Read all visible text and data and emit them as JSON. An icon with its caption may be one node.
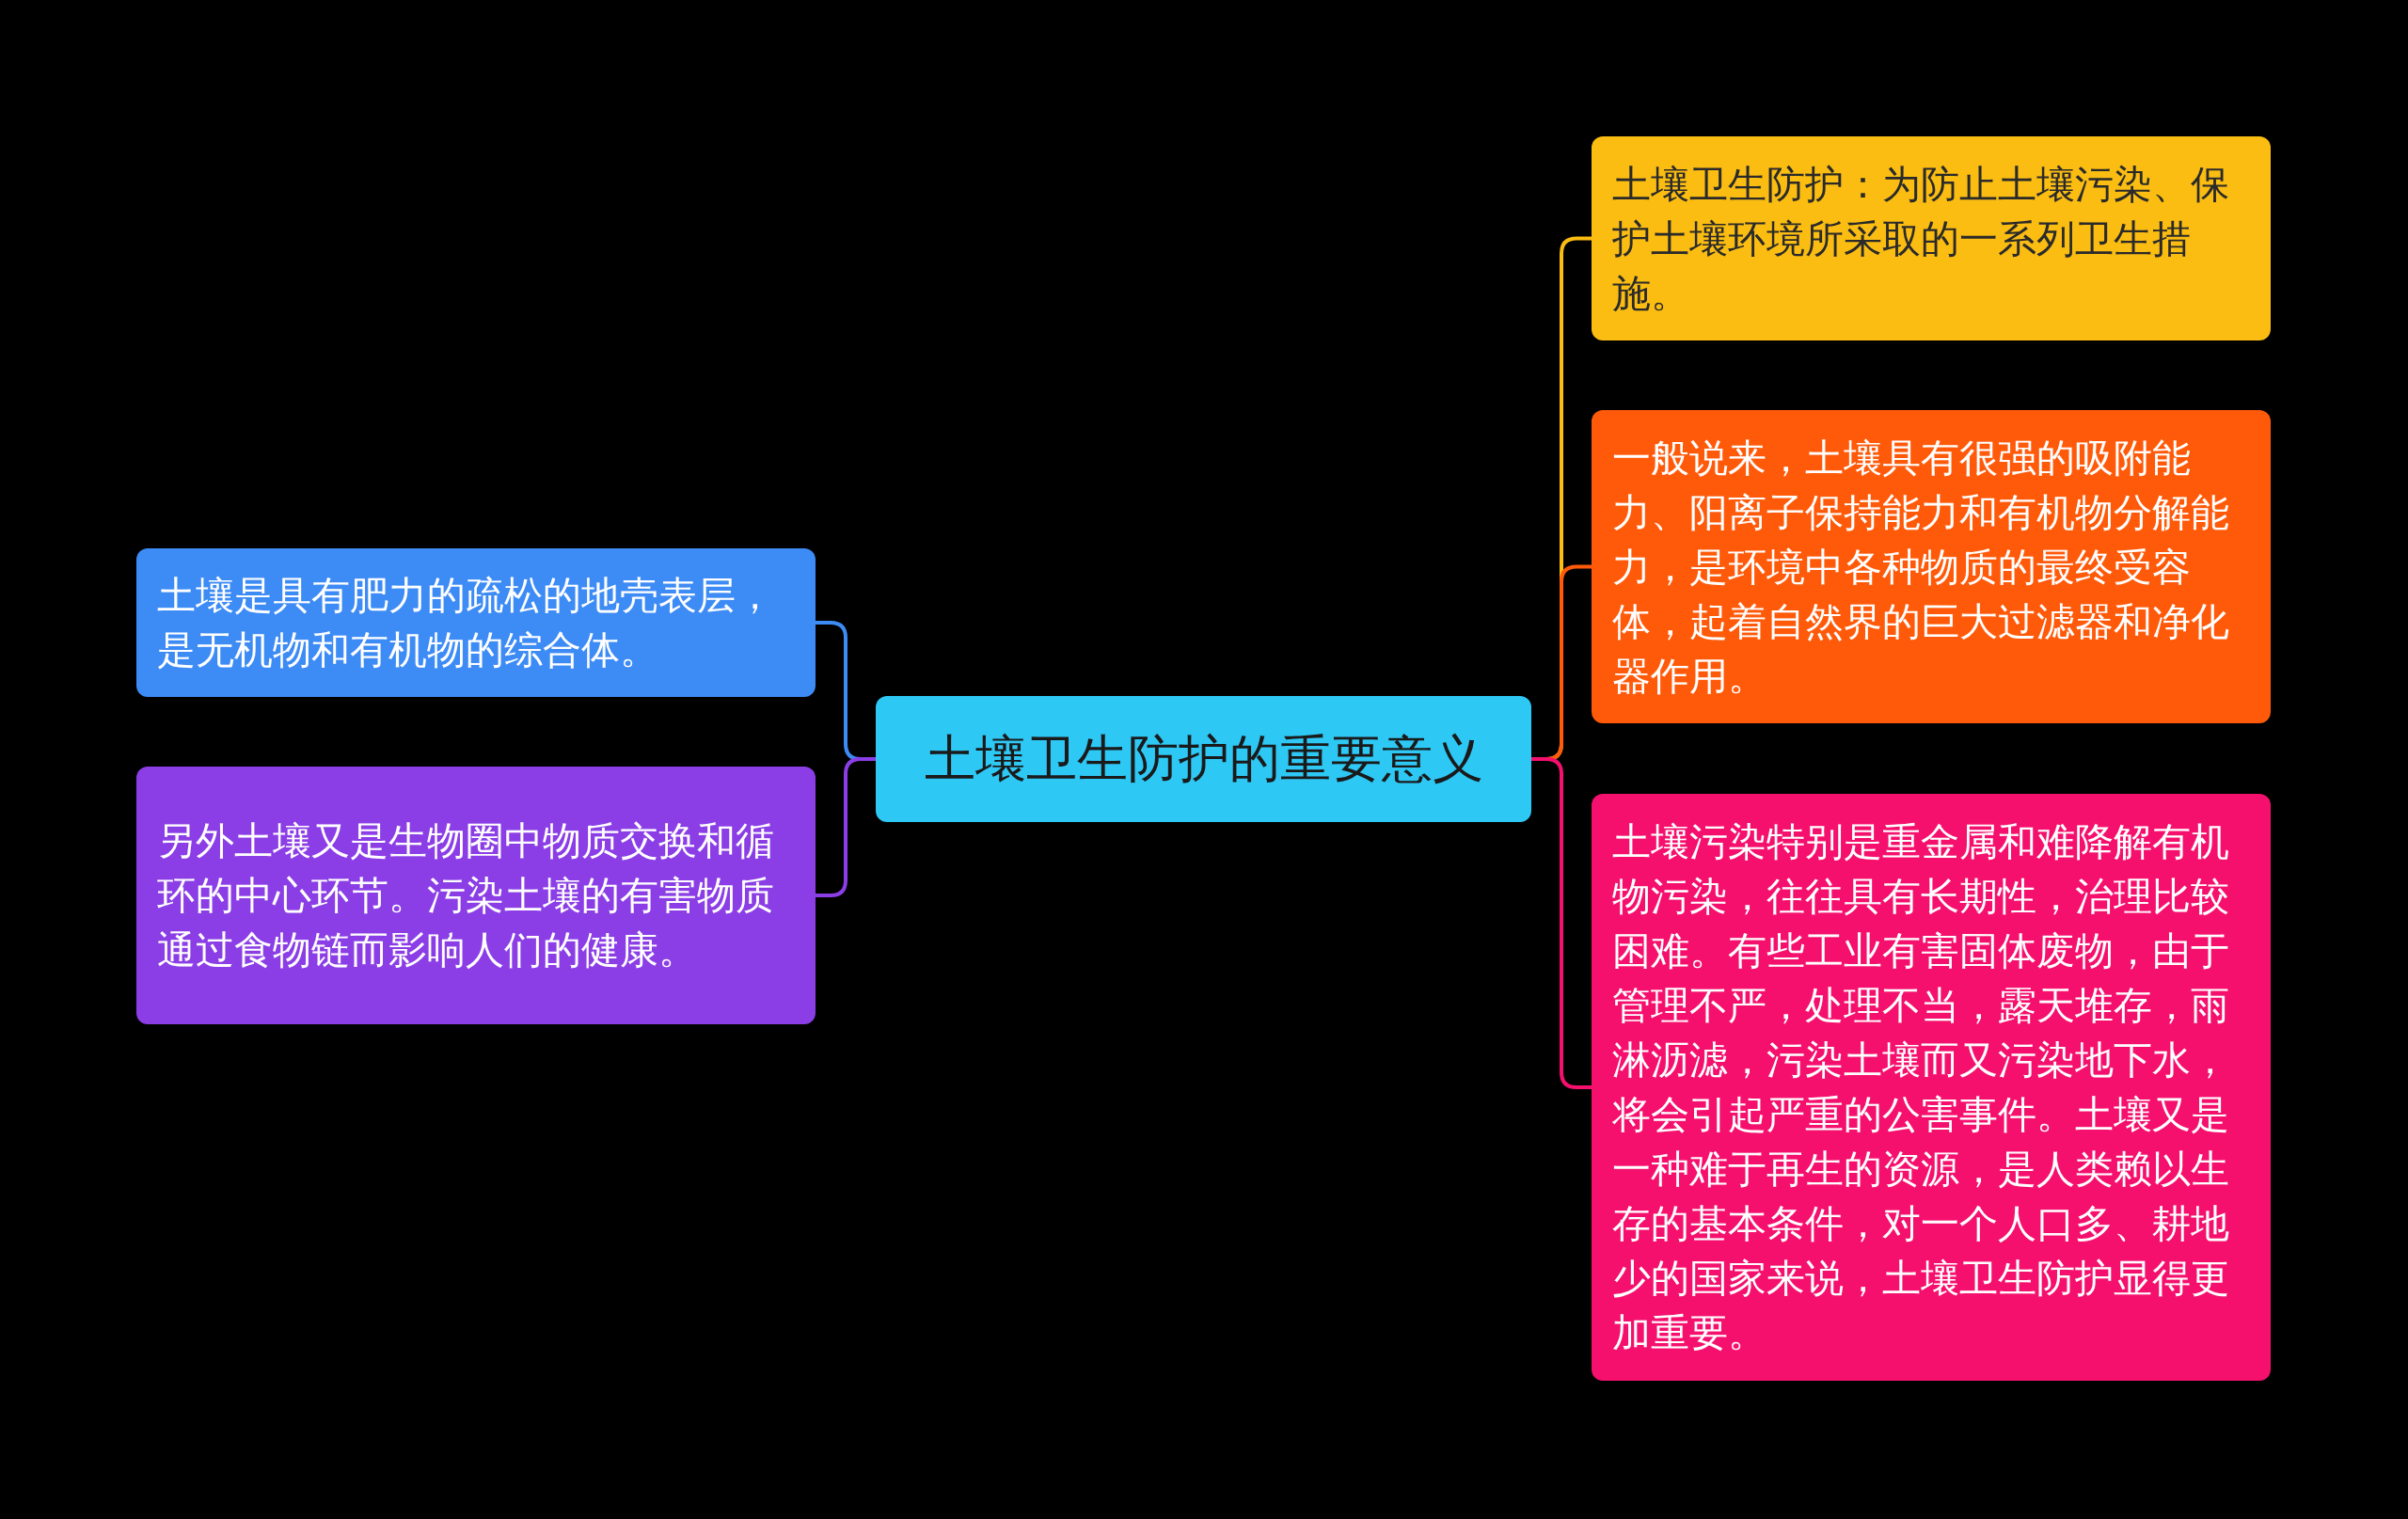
{
  "diagram": {
    "nodes": [
      {
        "text": [
          "土壤卫生防护的重要意义"
        ]
      },
      {
        "text": [
          "土壤是具有肥力的疏松的地壳表层，是无机物和有机物的综合体。"
        ]
      },
      {
        "text": [
          "另外土壤又是生物圈中物质交换和循环的中心环节。污染土壤的有害物质通过食物链而影响人们的健康。"
        ]
      },
      {
        "text": [
          "土壤卫生防护：为防止土壤污染、保护土壤环境所采取的一系列卫生措施。"
        ]
      },
      {
        "text": [
          "一般说来，土壤具有很强的吸附能力、阳离子保持能力和有机物分解能力，是环境中各种物质的最终受容体，起着自然界的巨大过滤器和净化器作用。"
        ]
      },
      {
        "text": [
          "土壤污染特别是重金属和难降解有机物污染，往往具有长期性，治理比较困难。有些工业有害固体废物，由于管理不严，处理不当，露天堆存，雨淋沥滤，污染土壤而又污染地下水，将会引起严重的公害事件。土壤又是一种难于再生的资源，是人类赖以生存的基本条件，对一个人口多、耕地少的国家来说，土壤卫生防护显得更加重要。"
        ]
      }
    ],
    "edges": [
      {
        "from": 0,
        "to": 1,
        "arrow": "none",
        "color": "#3d8bf5"
      },
      {
        "from": 0,
        "to": 2,
        "arrow": "none",
        "color": "#8b3ee6"
      },
      {
        "from": 0,
        "to": 3,
        "arrow": "none",
        "color": "#fbbd12"
      },
      {
        "from": 0,
        "to": 4,
        "arrow": "none",
        "color": "#ff5a0a"
      },
      {
        "from": 0,
        "to": 5,
        "arrow": "none",
        "color": "#f5106e"
      }
    ]
  }
}
